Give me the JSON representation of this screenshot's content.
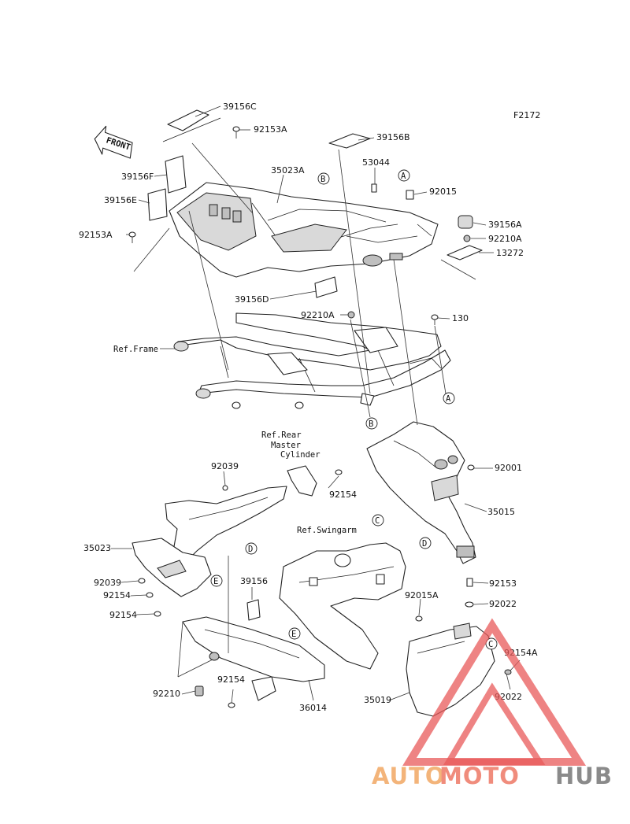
{
  "figure_code": "F2172",
  "front_label": "FRONT",
  "part_numbers": [
    "39156C",
    "92153A",
    "39156B",
    "39156F",
    "35023A",
    "53044",
    "92015",
    "39156E",
    "39156A",
    "92210A",
    "92153A",
    "13272",
    "39156D",
    "92210A",
    "130",
    "92001",
    "35015",
    "92039",
    "92154",
    "35023",
    "92039",
    "92154",
    "92154",
    "39156",
    "92153",
    "92022",
    "92015A",
    "92154A",
    "92022",
    "92210",
    "92154",
    "36014",
    "35019"
  ],
  "reference_labels": {
    "frame": "Ref.Frame",
    "master_cylinder": [
      "Ref.Rear",
      "Master",
      "Cylinder"
    ],
    "swingarm": "Ref.Swingarm"
  },
  "circle_markers": [
    "A",
    "B",
    "A",
    "B",
    "C",
    "D",
    "D",
    "E",
    "E",
    "C"
  ],
  "watermark": {
    "part1": "AUTO",
    "part2": "MOTO",
    "part3": "HUB"
  },
  "colors": {
    "watermark_triangle": "#e85a5a",
    "watermark_auto": "#f3b47a",
    "watermark_moto": "#f08c7c",
    "watermark_hub": "#8a8a8a"
  }
}
